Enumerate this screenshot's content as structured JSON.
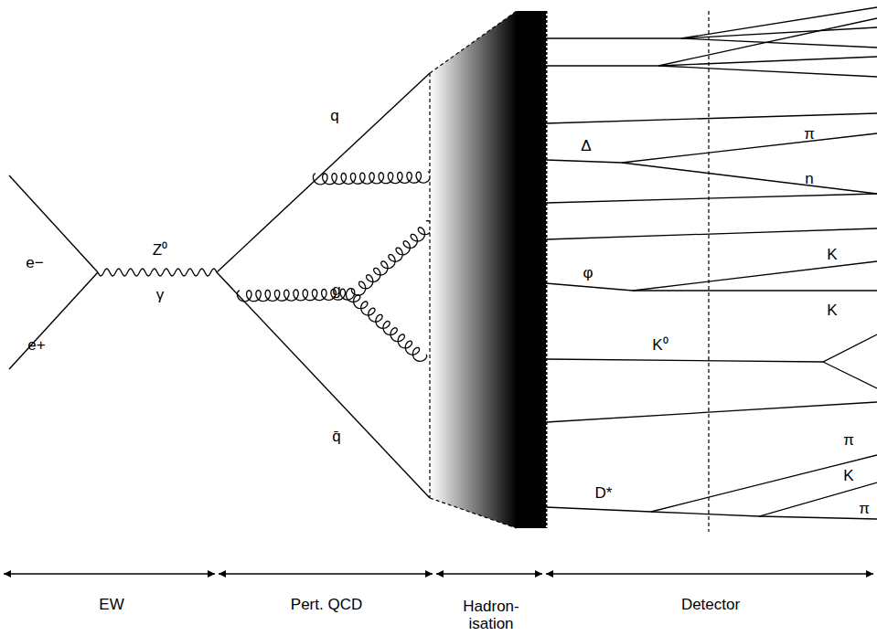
{
  "diagram": {
    "labels": [
      "e−",
      "e+",
      "Z⁰",
      "γ",
      "q",
      "g",
      "q̄",
      "Δ",
      "π",
      "n",
      "φ",
      "K",
      "K",
      "K⁰",
      "π",
      "K",
      "π",
      "D*",
      "EW",
      "Pert. QCD",
      "Hadron- isation",
      "Detector"
    ]
  }
}
